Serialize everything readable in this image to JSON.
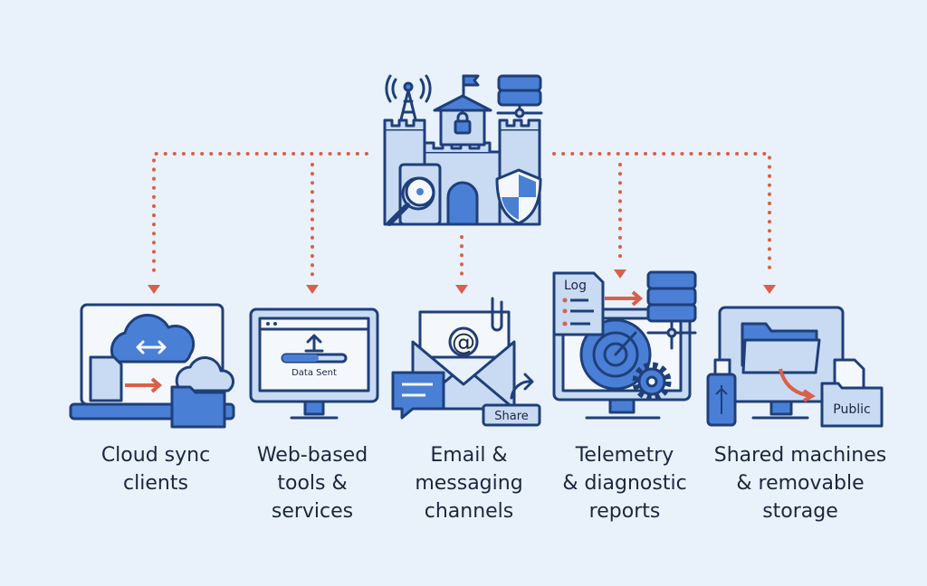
{
  "colors": {
    "background": "#e9f2fa",
    "stroke": "#1f3f7a",
    "blue": "#4a7fd6",
    "light": "#c8dbf3",
    "arrow": "#d9604a"
  },
  "hub": {
    "icons": [
      "castle-icon",
      "radio-tower-icon",
      "flag-icon",
      "lock-icon",
      "server-icon",
      "hard-drive-icon",
      "magnifier-icon",
      "shield-icon"
    ]
  },
  "channels": [
    {
      "label_lines": [
        "Cloud sync",
        "clients"
      ],
      "icon": "cloud-sync-laptop-icon"
    },
    {
      "label_lines": [
        "Web-based",
        "tools &",
        "services"
      ],
      "icon": "browser-upload-icon",
      "upload_text": "Data Sent"
    },
    {
      "label_lines": [
        "Email &",
        "messaging",
        "channels"
      ],
      "icon": "email-envelope-icon",
      "share_text": "Share"
    },
    {
      "label_lines": [
        "Telemetry",
        "& diagnostic",
        "reports"
      ],
      "icon": "telemetry-monitor-icon",
      "log_text": "Log"
    },
    {
      "label_lines": [
        "Shared machines",
        "& removable",
        "storage"
      ],
      "icon": "usb-shared-folder-icon",
      "folder_text": "Public"
    }
  ]
}
